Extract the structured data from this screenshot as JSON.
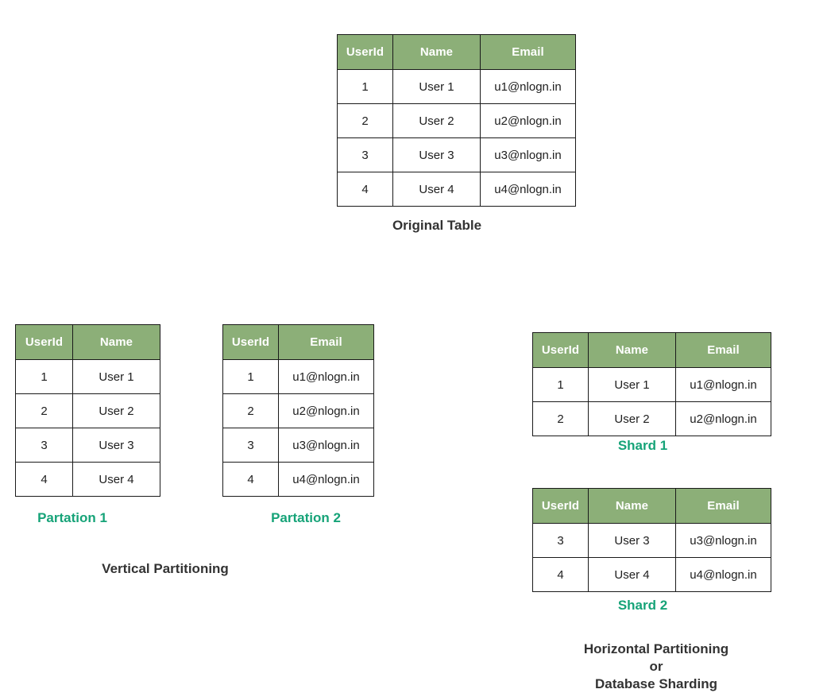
{
  "diagram": {
    "title": "Database Partitioning and Sharding Diagram",
    "background_color": "#ffffff",
    "header_color": "#8caf78",
    "header_text_color": "#ffffff",
    "accent_color": "#16a378",
    "caption_color": "#333333",
    "border_color": "#1a1a1a"
  },
  "original_table": {
    "caption": "Original Table",
    "columns": [
      "UserId",
      "Name",
      "Email"
    ],
    "rows": [
      [
        "1",
        "User 1",
        "u1@nlogn.in"
      ],
      [
        "2",
        "User 2",
        "u2@nlogn.in"
      ],
      [
        "3",
        "User 3",
        "u3@nlogn.in"
      ],
      [
        "4",
        "User 4",
        "u4@nlogn.in"
      ]
    ]
  },
  "vertical_partitioning": {
    "caption": "Vertical Partitioning",
    "partitions": [
      {
        "label": "Partation 1",
        "columns": [
          "UserId",
          "Name"
        ],
        "rows": [
          [
            "1",
            "User 1"
          ],
          [
            "2",
            "User 2"
          ],
          [
            "3",
            "User 3"
          ],
          [
            "4",
            "User 4"
          ]
        ]
      },
      {
        "label": "Partation 2",
        "columns": [
          "UserId",
          "Email"
        ],
        "rows": [
          [
            "1",
            "u1@nlogn.in"
          ],
          [
            "2",
            "u2@nlogn.in"
          ],
          [
            "3",
            "u3@nlogn.in"
          ],
          [
            "4",
            "u4@nlogn.in"
          ]
        ]
      }
    ]
  },
  "horizontal_partitioning": {
    "caption_line_1": "Horizontal Partitioning",
    "caption_line_2": "or",
    "caption_line_3": "Database Sharding",
    "shards": [
      {
        "label": "Shard 1",
        "columns": [
          "UserId",
          "Name",
          "Email"
        ],
        "rows": [
          [
            "1",
            "User 1",
            "u1@nlogn.in"
          ],
          [
            "2",
            "User 2",
            "u2@nlogn.in"
          ]
        ]
      },
      {
        "label": "Shard 2",
        "columns": [
          "UserId",
          "Name",
          "Email"
        ],
        "rows": [
          [
            "3",
            "User 3",
            "u3@nlogn.in"
          ],
          [
            "4",
            "User 4",
            "u4@nlogn.in"
          ]
        ]
      }
    ]
  }
}
